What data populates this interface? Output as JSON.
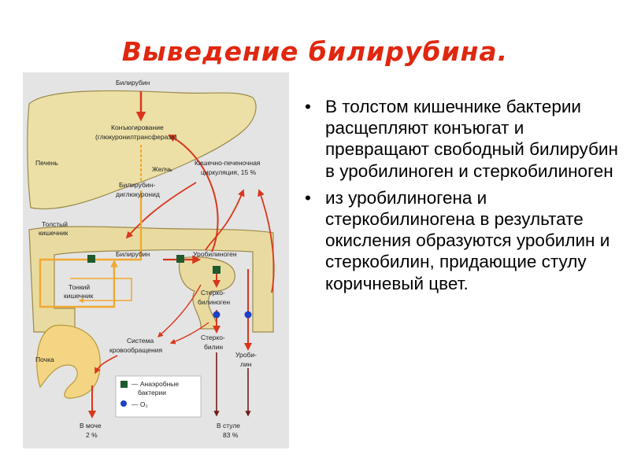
{
  "title": "Выведение билирубина.",
  "diagram": {
    "labels": {
      "bilirubin_top": "Билирубин",
      "conjugation_1": "Конъюгирование",
      "conjugation_2": "(глюкуронилтрансфераза)",
      "liver": "Печень",
      "bile": "Желчь",
      "enterohepatic_1": "Кишечно-печеночная",
      "enterohepatic_2": "циркуляция, 15 %",
      "diglucuronide_1": "Билирубин-",
      "diglucuronide_2": "диглюкуронид",
      "large_intestine_1": "Толстый",
      "large_intestine_2": "кишечник",
      "bilirubin_mid": "Билирубин",
      "urobilinogen": "Уробилиноген",
      "small_intestine_1": "Тонкий",
      "small_intestine_2": "кишечник",
      "stercobilinogen_1": "Стерко-",
      "stercobilinogen_2": "билиноген",
      "circulation_1": "Система",
      "circulation_2": "кровообращения",
      "kidney": "Почка",
      "stercobilin_1": "Стерко-",
      "stercobilin_2": "билин",
      "urobilin_1": "Уроби-",
      "urobilin_2": "лин",
      "legend_anaerobic_1": "— Анаэробные",
      "legend_anaerobic_2": "бактерии",
      "legend_o2": "— O₂",
      "urine_1": "В моче",
      "urine_2": "2 %",
      "stool_1": "В стуле",
      "stool_2": "83 %"
    },
    "colors": {
      "liver": "#ece0a6",
      "intestine": "#e9dba0",
      "arrow": "#d9361c",
      "yellow_arrow": "#f0a830",
      "bacteria": "#1f5a2c",
      "oxygen": "#1f3fc4",
      "dark_arrow": "#6e1e14"
    }
  },
  "bullets": [
    "В толстом кишечнике бактерии расщепляют конъюгат и превращают свободный билирубин в уробилиноген и стеркобилиноген",
    "из уробилиногена и стеркобилиногена в результате окисления образуются уробилин и стеркобилин, придающие стулу коричневый цвет."
  ],
  "bullet_symbol": "•"
}
